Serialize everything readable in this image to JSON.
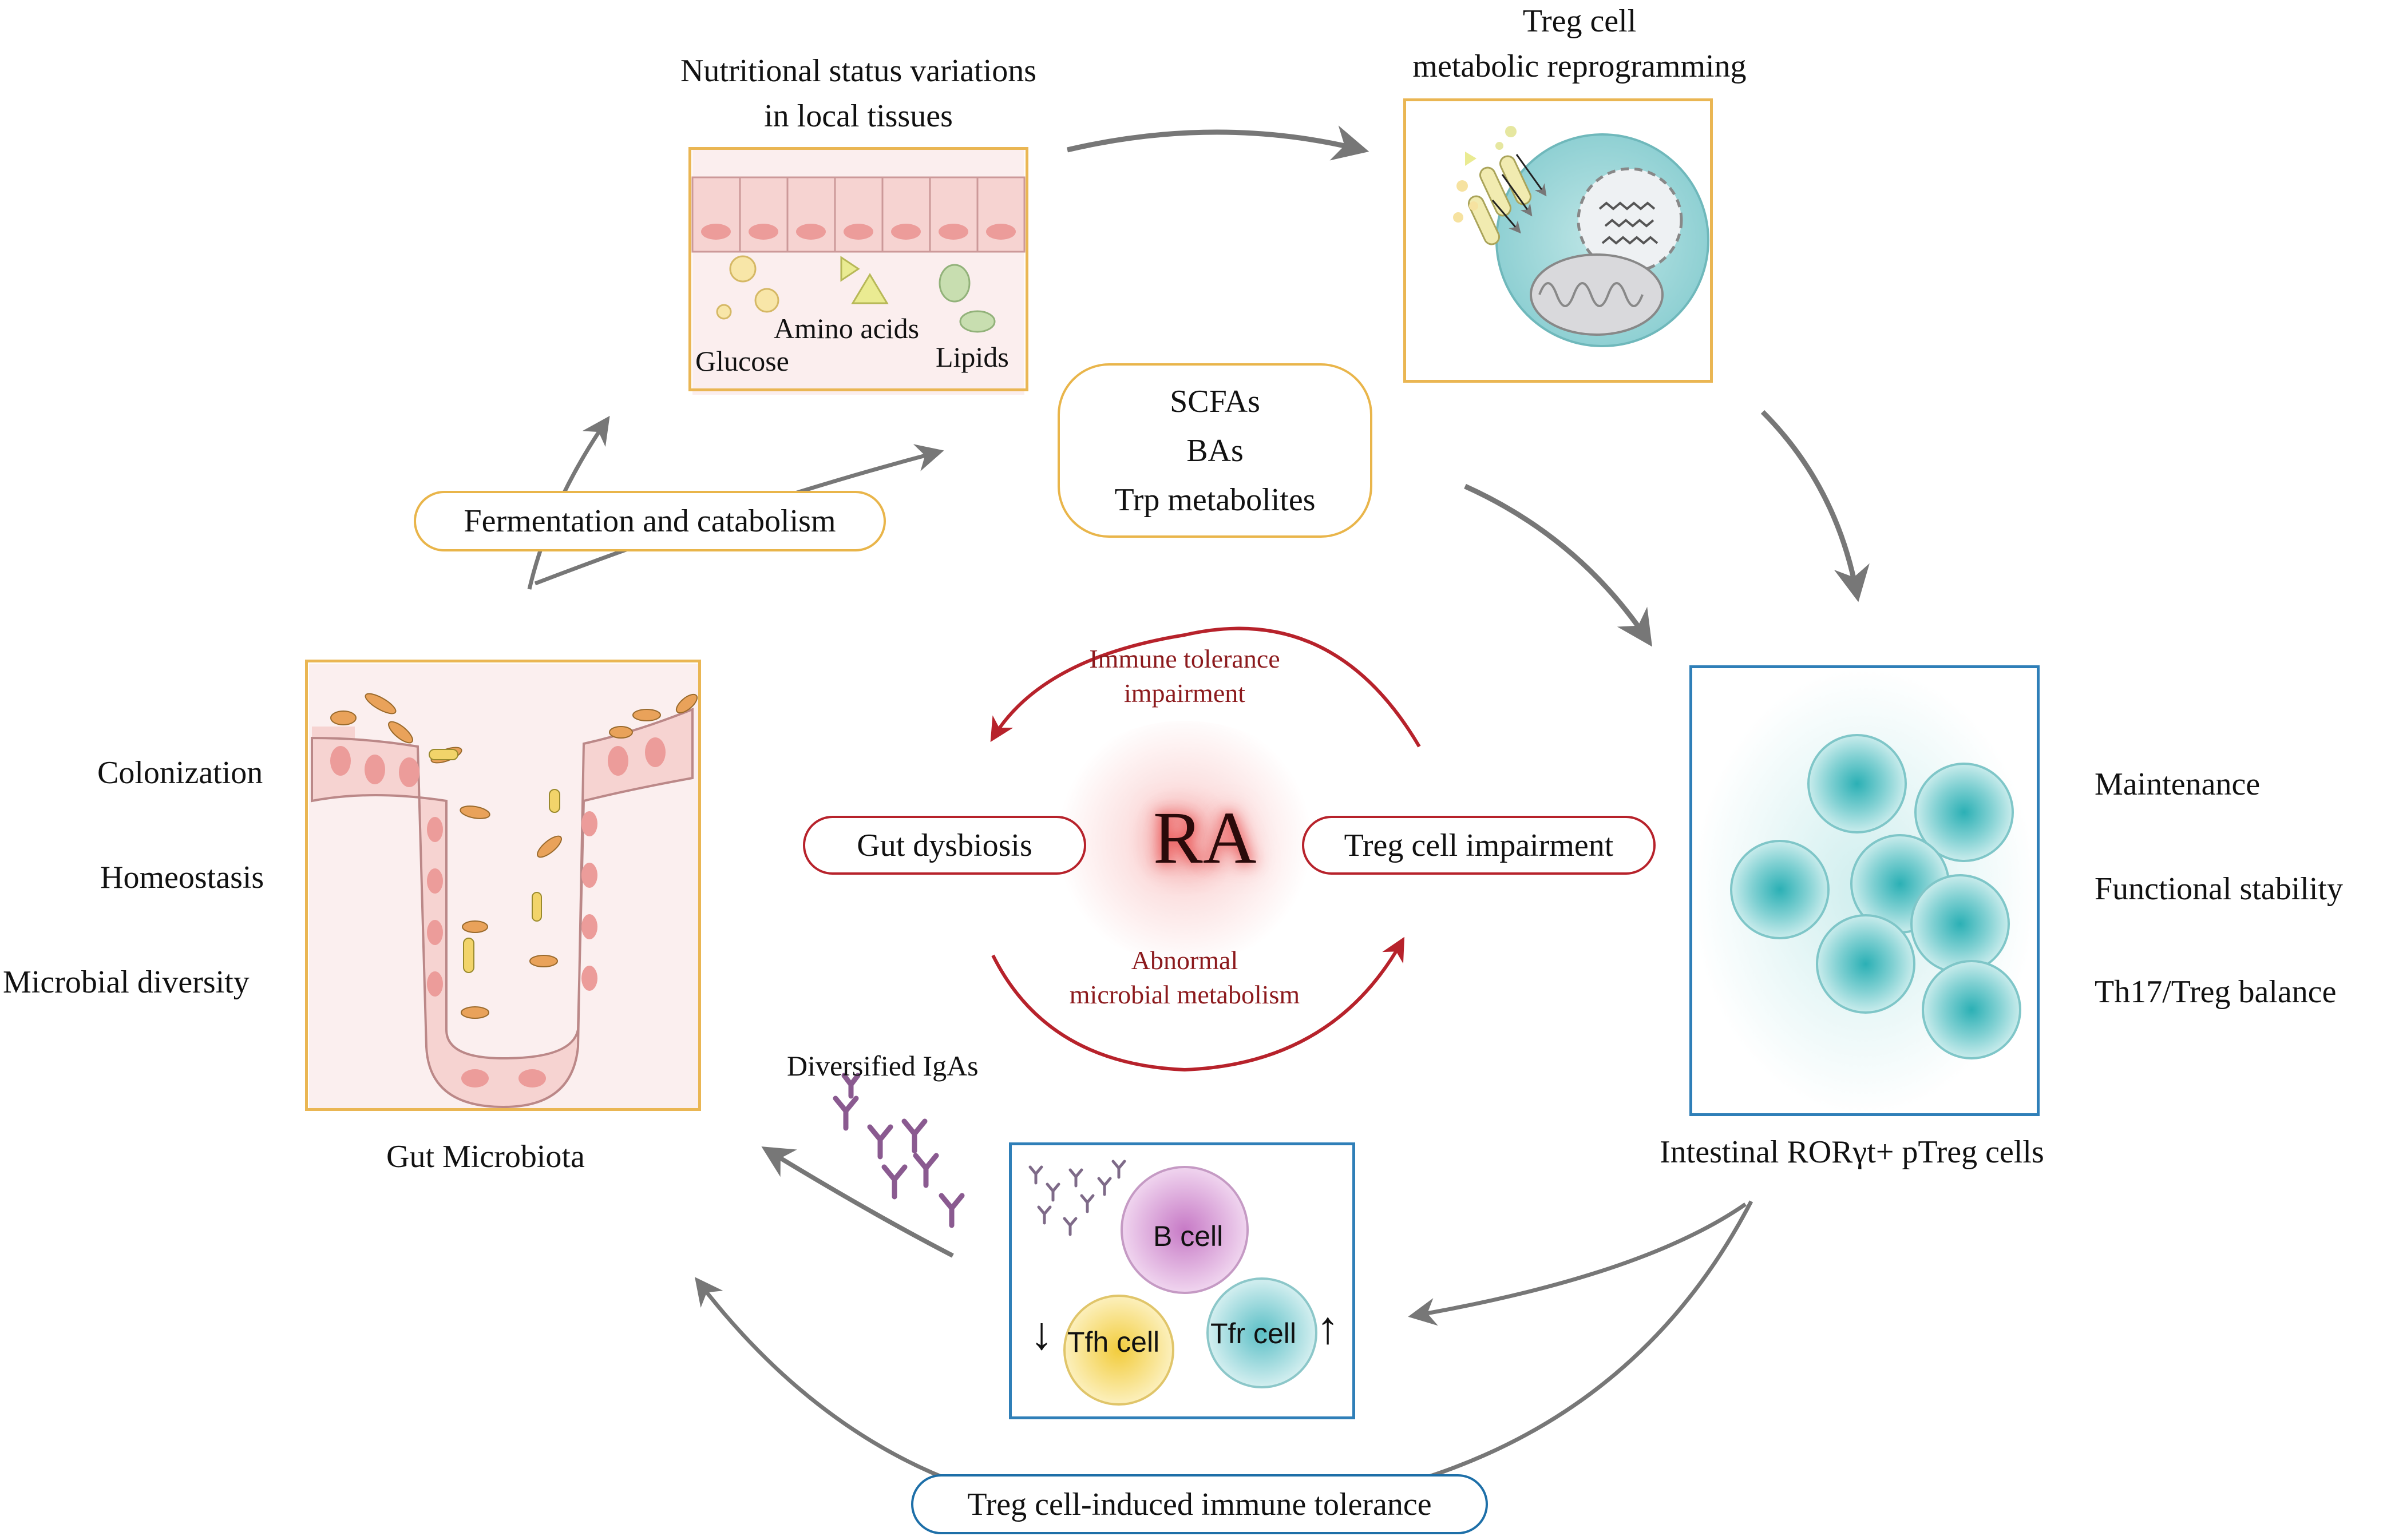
{
  "center": {
    "ra": "RA",
    "left_node": "Gut dysbiosis",
    "right_node": "Treg cell impairment",
    "top_arc_label": [
      "Immune tolerance",
      "impairment"
    ],
    "bottom_arc_label": [
      "Abnormal",
      "microbial metabolism"
    ]
  },
  "nutrition": {
    "title": [
      "Nutritional status variations",
      "in local tissues"
    ],
    "glucose": "Glucose",
    "amino_acids": "Amino acids",
    "lipids": "Lipids"
  },
  "treg_metabolic": {
    "title": [
      "Treg cell",
      "metabolic reprogramming"
    ]
  },
  "metabolites": {
    "items": [
      "SCFAs",
      "BAs",
      "Trp metabolites"
    ]
  },
  "fermentation": {
    "label": "Fermentation and catabolism"
  },
  "gut": {
    "caption": "Gut Microbiota",
    "roles": [
      "Colonization",
      "Homeostasis",
      "Microbial diversity"
    ]
  },
  "ptreg": {
    "caption": "Intestinal RORγt+ pTreg cells",
    "roles": [
      "Maintenance",
      "Functional stability",
      "Th17/Treg balance"
    ]
  },
  "germinal": {
    "b_cell": "B cell",
    "tfh_cell": "Tfh cell",
    "tfr_cell": "Tfr cell",
    "tfh_arrow": "↓",
    "tfr_arrow": "↑"
  },
  "iga": {
    "label": "Diversified IgAs"
  },
  "tolerance": {
    "label": "Treg cell-induced immune tolerance"
  },
  "colors": {
    "yellow_border": "#eab653",
    "blue_border": "#2f7fb8",
    "red": "#b7222b",
    "gray_arrow": "#7d7d7d"
  }
}
